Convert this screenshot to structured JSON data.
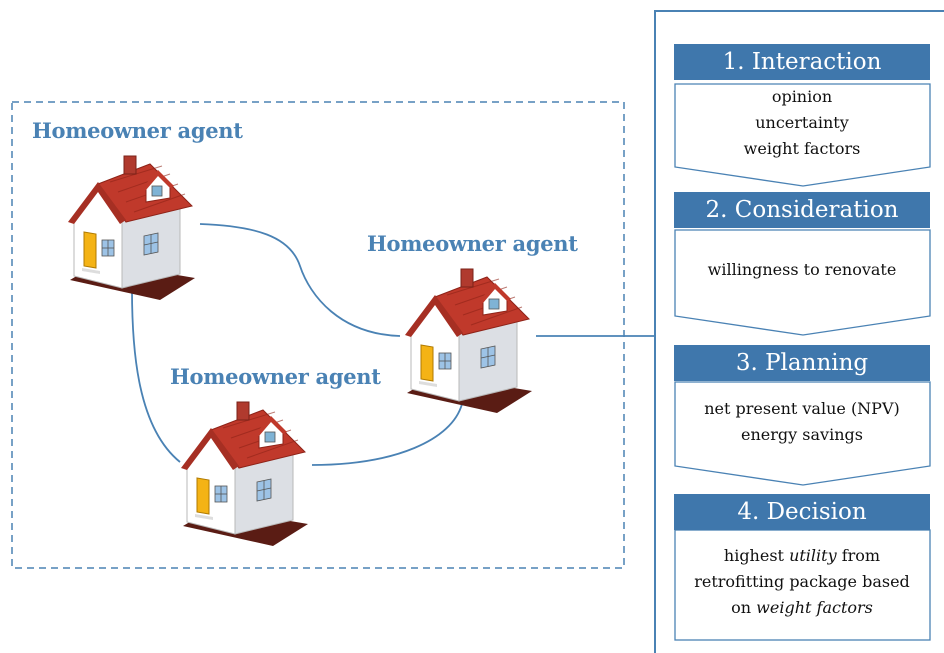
{
  "diagram": {
    "agents": [
      {
        "label": "Homeowner agent"
      },
      {
        "label": "Homeowner agent"
      },
      {
        "label": "Homeowner agent"
      }
    ],
    "stages": [
      {
        "title": "1. Interaction",
        "items": [
          "opinion",
          "uncertainty",
          "weight factors"
        ]
      },
      {
        "title": "2. Consideration",
        "items": [
          "willingness to renovate"
        ]
      },
      {
        "title": "3. Planning",
        "items": [
          "net present value (NPV)",
          "energy savings"
        ]
      },
      {
        "title": "4. Decision",
        "lines": [
          {
            "pre": "highest ",
            "em": "utility",
            "post": " from"
          },
          {
            "pre": "retrofitting package based",
            "em": "",
            "post": ""
          },
          {
            "pre": "on ",
            "em": "weight factors",
            "post": ""
          }
        ]
      }
    ],
    "colors": {
      "accent": "#3f77ac",
      "roof": "#c0392b",
      "door": "#f4b315",
      "outline": "#4a82b4"
    },
    "icons": [
      "house-icon"
    ]
  }
}
